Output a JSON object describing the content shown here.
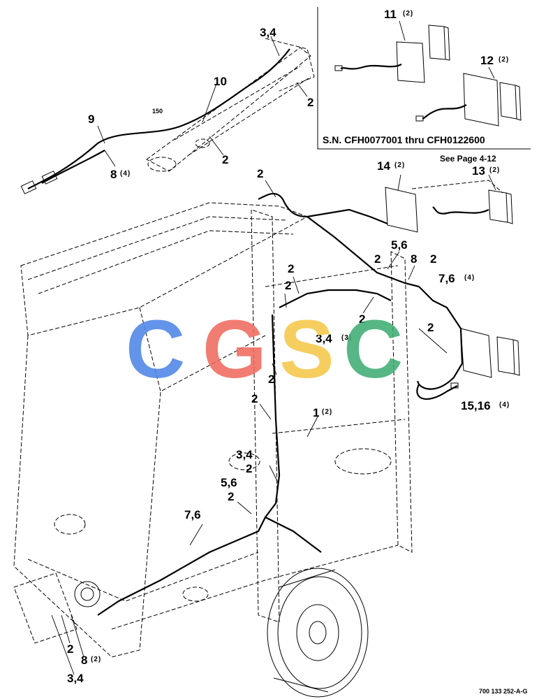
{
  "inset": {
    "caption": "S.N. CFH0077001 thru CFH0122600",
    "see_page": "See Page 4-12",
    "callouts": [
      {
        "id": "11",
        "label": "11",
        "qty": "(2)"
      },
      {
        "id": "12",
        "label": "12",
        "qty": "(2)"
      }
    ]
  },
  "callouts": [
    {
      "id": "c-34-top",
      "label": "3,4",
      "qty": ""
    },
    {
      "id": "c-10",
      "label": "10",
      "qty": ""
    },
    {
      "id": "c-2-hitch-right",
      "label": "2",
      "qty": ""
    },
    {
      "id": "c-9",
      "label": "9",
      "qty": ""
    },
    {
      "id": "c-150",
      "label": "150",
      "qty": ""
    },
    {
      "id": "c-2-hitch-bottom",
      "label": "2",
      "qty": ""
    },
    {
      "id": "c-8-top",
      "label": "8",
      "qty": "(4)"
    },
    {
      "id": "c-2-upper",
      "label": "2",
      "qty": ""
    },
    {
      "id": "c-14",
      "label": "14",
      "qty": "(2)"
    },
    {
      "id": "c-13",
      "label": "13",
      "qty": "(2)"
    },
    {
      "id": "c-56-upper",
      "label": "5,6",
      "qty": ""
    },
    {
      "id": "c-2-mid-a",
      "label": "2",
      "qty": ""
    },
    {
      "id": "c-8-mid",
      "label": "8",
      "qty": ""
    },
    {
      "id": "c-2-mid-b",
      "label": "2",
      "qty": ""
    },
    {
      "id": "c-76-right",
      "label": "7,6",
      "qty": "(4)"
    },
    {
      "id": "c-2-frame-a",
      "label": "2",
      "qty": ""
    },
    {
      "id": "c-2-frame-b",
      "label": "2",
      "qty": ""
    },
    {
      "id": "c-2-frame-c",
      "label": "2",
      "qty": ""
    },
    {
      "id": "c-34-mid",
      "label": "3,4",
      "qty": "(3)"
    },
    {
      "id": "c-2-right-lamp",
      "label": "2",
      "qty": ""
    },
    {
      "id": "c-1516",
      "label": "15,16",
      "qty": "(4)"
    },
    {
      "id": "c-2-post-a",
      "label": "2",
      "qty": ""
    },
    {
      "id": "c-2-post-b",
      "label": "2",
      "qty": ""
    },
    {
      "id": "c-1",
      "label": "1",
      "qty": "(2)"
    },
    {
      "id": "c-34-low",
      "label": "3,4",
      "qty": ""
    },
    {
      "id": "c-2-low",
      "label": "2",
      "qty": ""
    },
    {
      "id": "c-56-low",
      "label": "5,6",
      "qty": ""
    },
    {
      "id": "c-2-lower",
      "label": "2",
      "qty": ""
    },
    {
      "id": "c-76-low",
      "label": "7,6",
      "qty": ""
    },
    {
      "id": "c-2-bottom",
      "label": "2",
      "qty": ""
    },
    {
      "id": "c-8-bottom",
      "label": "8",
      "qty": "(2)"
    },
    {
      "id": "c-34-bottom",
      "label": "3,4",
      "qty": ""
    }
  ],
  "drawing_number": "700 133 252-A-G",
  "watermark": {
    "letters": [
      "C",
      "G",
      "S",
      "C"
    ],
    "colors": [
      "#4f86e8",
      "#f06a5e",
      "#f5c84b",
      "#3fae74"
    ]
  }
}
